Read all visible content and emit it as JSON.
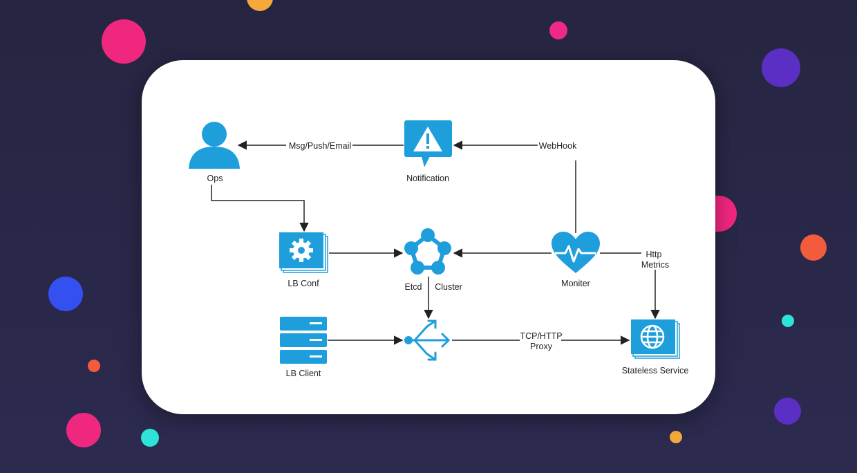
{
  "colors": {
    "background": "#272644",
    "card": "#ffffff",
    "icon": "#1e9fdc",
    "line": "#222222"
  },
  "nodes": {
    "ops": "Ops",
    "notification": "Notification",
    "lb_conf": "LB Conf",
    "etcd": "Etcd",
    "cluster": "Cluster",
    "moniter": "Moniter",
    "lb_client": "LB Client",
    "stateless_service": "Stateless Service"
  },
  "edges": {
    "msg_push_email": "Msg/Push/Email",
    "webhook": "WebHook",
    "http": "Http",
    "metrics": "Metrics",
    "tcp_http": "TCP/HTTP",
    "proxy": "Proxy"
  },
  "icons": {
    "ops": "user-icon",
    "notification": "warning-bubble-icon",
    "lb_conf": "gear-stack-icon",
    "etcd": "cluster-network-icon",
    "moniter": "heartbeat-icon",
    "lb_client": "server-stack-icon",
    "proxy": "load-balancer-icon",
    "stateless_service": "globe-stack-icon"
  }
}
